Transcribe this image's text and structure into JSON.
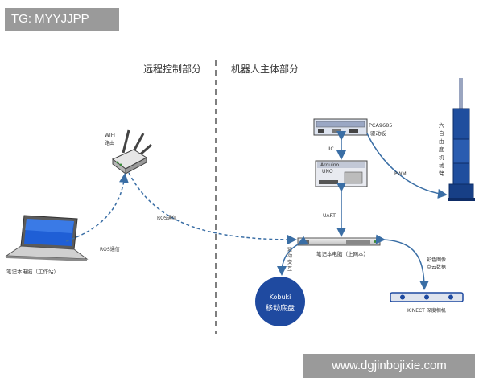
{
  "watermark_top": "TG: MYYJJPP",
  "watermark_bottom": "www.dgjinbojixie.com",
  "sections": {
    "left": "远程控制部分",
    "right": "机器人主体部分"
  },
  "nodes": {
    "wifi_router": {
      "line1": "WIFI",
      "line2": "路由"
    },
    "laptop_workstation": "笔记本电脑（工作站）",
    "pca9685": {
      "line1": "PCA9685",
      "line2": "驱动板"
    },
    "arduino": {
      "line1": "Arduino",
      "line2": "UNO"
    },
    "laptop_host": "笔记本电脑（上网本）",
    "kobuki": {
      "line1": "Kobuki",
      "line2": "移动底盘"
    },
    "kinect": "KINECT 深度相机",
    "arm": [
      "六",
      "自",
      "由",
      "度",
      "机",
      "械",
      "臂"
    ]
  },
  "links": {
    "ros_comm_1": "ROS通信",
    "ros_comm_2": "ROS通信",
    "iic": "IIC",
    "uart": "UART",
    "pwm": "PWM",
    "motion_interaction": [
      "运",
      "动",
      "交",
      "互"
    ],
    "color_image": "彩色图像",
    "point_cloud": "点云数据"
  }
}
